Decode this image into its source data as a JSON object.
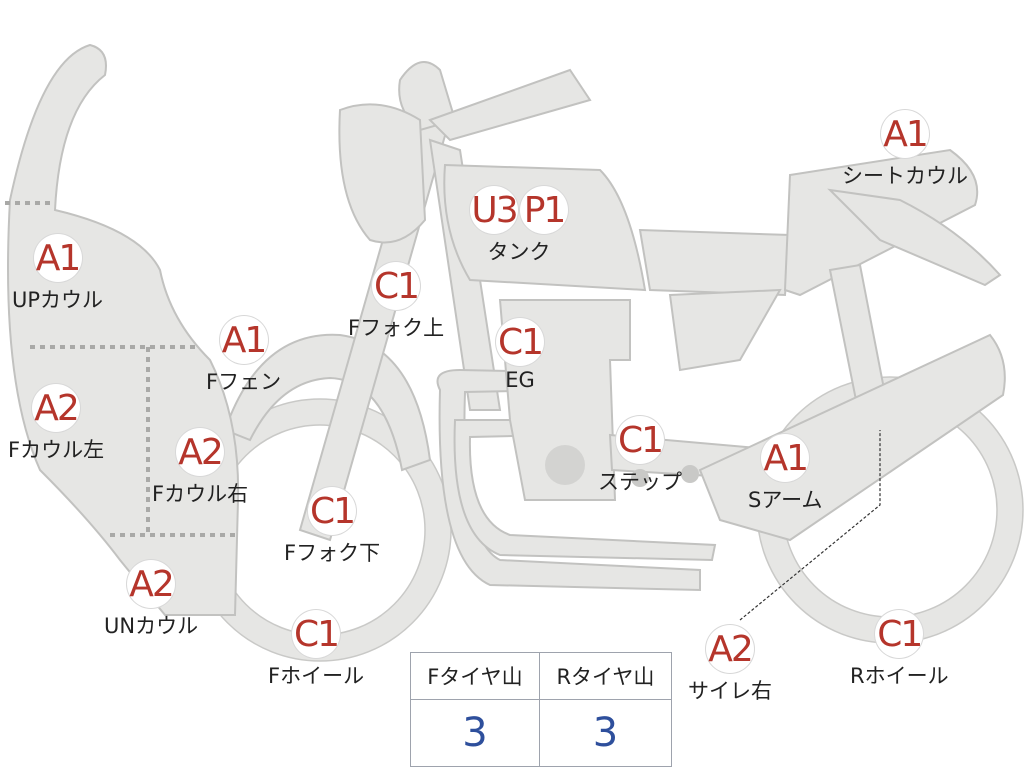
{
  "colors": {
    "grade": "#b5352b",
    "value": "#2e4f9c",
    "body": "#e6e6e4",
    "outline": "#b9b9b7"
  },
  "parts": [
    {
      "id": "up-cowl",
      "grades": [
        "A1"
      ],
      "label": "UPカウル"
    },
    {
      "id": "f-cowl-left",
      "grades": [
        "A2"
      ],
      "label": "Fカウル左"
    },
    {
      "id": "f-cowl-right",
      "grades": [
        "A2"
      ],
      "label": "Fカウル右"
    },
    {
      "id": "un-cowl",
      "grades": [
        "A2"
      ],
      "label": "UNカウル"
    },
    {
      "id": "f-fender",
      "grades": [
        "A1"
      ],
      "label": "Fフェン"
    },
    {
      "id": "f-fork-upper",
      "grades": [
        "C1"
      ],
      "label": "Fフォク上"
    },
    {
      "id": "f-fork-lower",
      "grades": [
        "C1"
      ],
      "label": "Fフォク下"
    },
    {
      "id": "f-wheel",
      "grades": [
        "C1"
      ],
      "label": "Fホイール"
    },
    {
      "id": "tank",
      "grades": [
        "U3",
        "P1"
      ],
      "label": "タンク"
    },
    {
      "id": "engine",
      "grades": [
        "C1"
      ],
      "label": "EG"
    },
    {
      "id": "step",
      "grades": [
        "C1"
      ],
      "label": "ステップ"
    },
    {
      "id": "seat-cowl",
      "grades": [
        "A1"
      ],
      "label": "シートカウル"
    },
    {
      "id": "swing-arm",
      "grades": [
        "A1"
      ],
      "label": "Sアーム"
    },
    {
      "id": "muffler-right",
      "grades": [
        "A2"
      ],
      "label": "サイレ右"
    },
    {
      "id": "r-wheel",
      "grades": [
        "C1"
      ],
      "label": "Rホイール"
    }
  ],
  "tread": {
    "headers": [
      "Fタイヤ山",
      "Rタイヤ山"
    ],
    "values": [
      "3",
      "3"
    ]
  }
}
